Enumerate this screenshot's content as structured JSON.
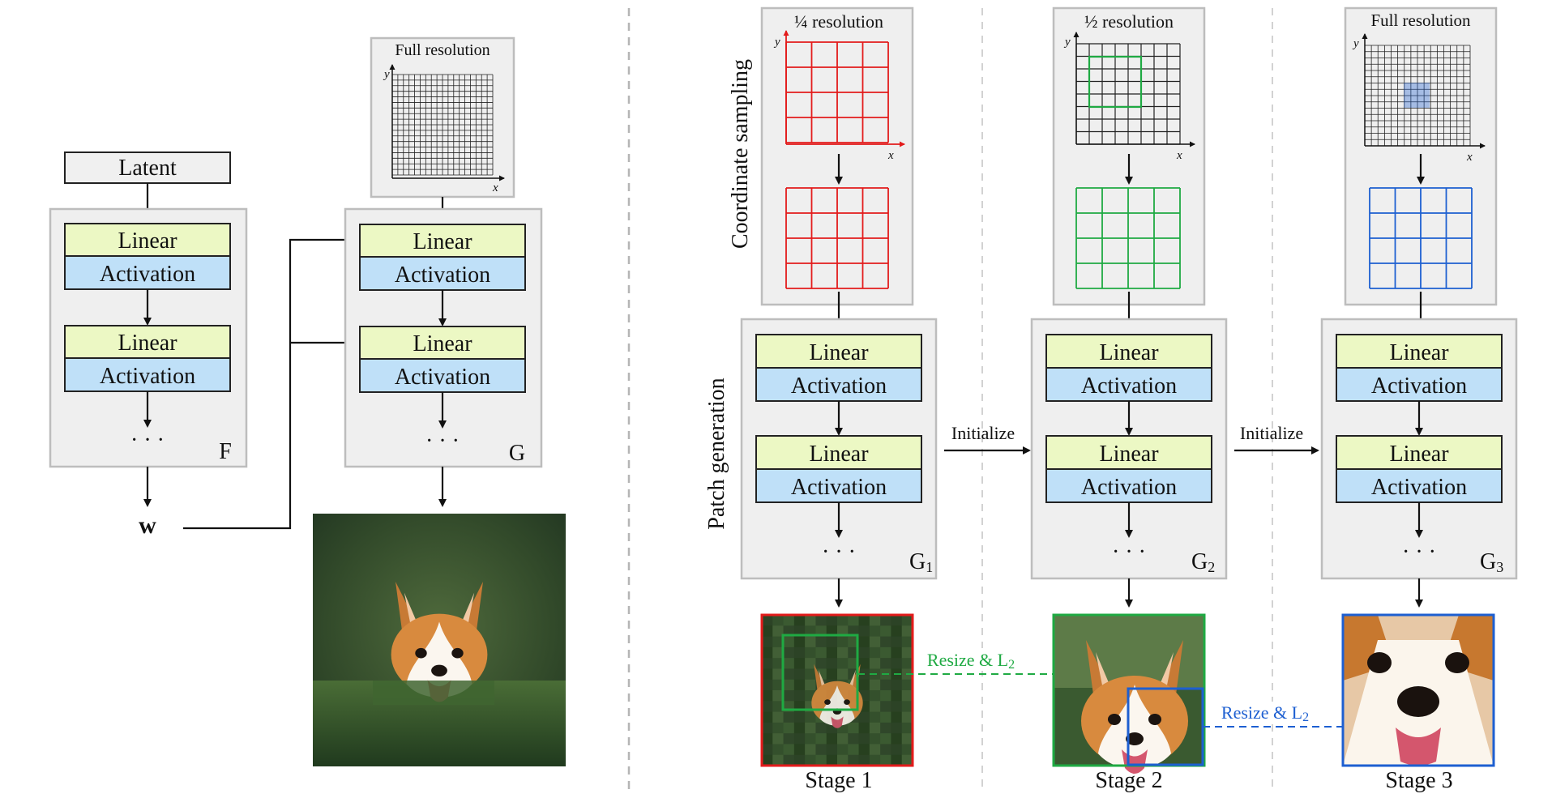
{
  "colors": {
    "linear_fill": "#ecf8c4",
    "activation_fill": "#bfe0f8",
    "panel_fill": "#efefef",
    "stage1_red": "#e31b1b",
    "stage2_green": "#1faa43",
    "stage3_blue": "#1d5fd1",
    "divider_gray": "#b5b5b5"
  },
  "left": {
    "latent_label": "Latent",
    "linear_label": "Linear",
    "activation_label": "Activation",
    "dots": "· · ·",
    "f_label": "F",
    "g_label": "G",
    "w_label": "w",
    "full_resolution_label": "Full resolution",
    "axis_x": "x",
    "axis_y": "y",
    "image_icon": "corgi-photo-icon"
  },
  "right": {
    "row_label_sampling": "Coordinate sampling",
    "row_label_generation": "Patch generation",
    "initialize_label": "Initialize",
    "resize_l2_label": "Resize & L",
    "resize_l2_sub": "2",
    "stages": [
      {
        "resolution_label": "¼ resolution",
        "g_label": "G",
        "g_sub": "1",
        "stage_label": "Stage 1"
      },
      {
        "resolution_label": "½ resolution",
        "g_label": "G",
        "g_sub": "2",
        "stage_label": "Stage 2"
      },
      {
        "resolution_label": "Full resolution",
        "g_label": "G",
        "g_sub": "3",
        "stage_label": "Stage 3"
      }
    ]
  }
}
